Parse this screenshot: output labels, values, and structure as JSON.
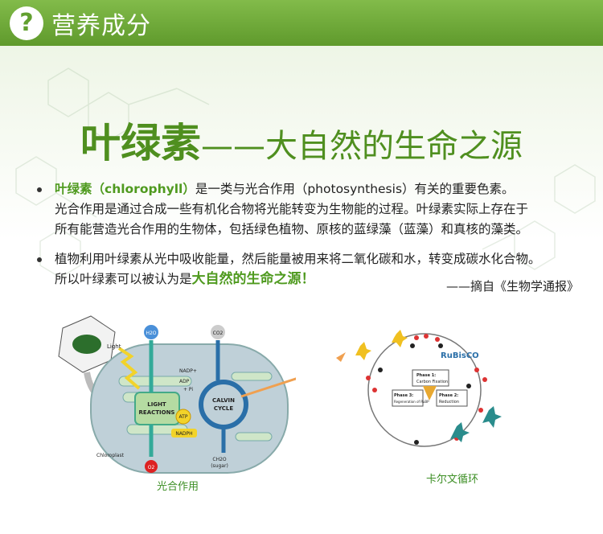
{
  "header": {
    "icon": "question-icon",
    "title": "营养成分"
  },
  "main_title": {
    "part1": "叶绿素",
    "part2": "——大自然的生命之源"
  },
  "bullets": [
    {
      "highlight": "叶绿素（chlorophyll）",
      "line1": "是一类与光合作用（photosynthesis）有关的重要色素。",
      "line2": "光合作用是通过合成一些有机化合物将光能转变为生物能的过程。叶绿素实际上存在于",
      "line3": "所有能营造光合作用的生物体，包括绿色植物、原核的蓝绿藻（蓝藻）和真核的藻类。"
    },
    {
      "line1": "植物利用叶绿素从光中吸收能量，然后能量被用来将二氧化碳和水，转变成碳水化合物。",
      "line2_prefix": "所以叶绿素可以被认为是",
      "highlight": "大自然的生命之源！"
    }
  ],
  "source": "——摘自《生物学通报》",
  "diagram_photosynthesis": {
    "caption": "光合作用",
    "labels": {
      "h2o": "H2O",
      "co2": "CO2",
      "light": "Light",
      "nadp": "NADP+",
      "adp": "ADP",
      "pi": "+ Pi",
      "light_reactions_1": "LIGHT",
      "light_reactions_2": "REACTIONS",
      "calvin_1": "CALVIN",
      "calvin_2": "CYCLE",
      "atp": "ATP",
      "nadph": "NADPH",
      "chloroplast": "Chloroplast",
      "o2": "O2",
      "ch2o": "CH2O",
      "sugar": "(sugar)"
    }
  },
  "diagram_calvin": {
    "caption": "卡尔文循环",
    "labels": {
      "rubisco": "RuBisCO",
      "phase1_title": "Phase 1:",
      "phase1_sub": "Carbon Fixation",
      "phase2_title": "Phase 2:",
      "phase2_sub": "Reduction",
      "phase3_title": "Phase 3:",
      "phase3_sub": "Regeneration of RuBP"
    }
  },
  "colors": {
    "header_green": "#6aa839",
    "title_green": "#4f8f1f",
    "highlight_green": "#4f9a1f",
    "arrow_orange": "#f0a050"
  }
}
